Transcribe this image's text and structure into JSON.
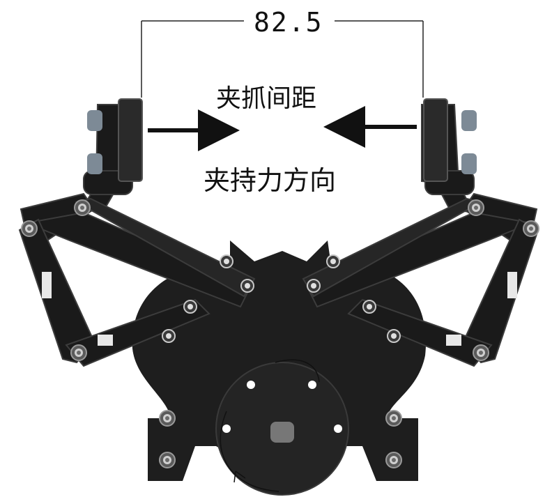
{
  "dimension": {
    "value": "82.5"
  },
  "labels": {
    "gripper_gap": "夹抓间距",
    "clamping_force_direction": "夹持力方向"
  }
}
